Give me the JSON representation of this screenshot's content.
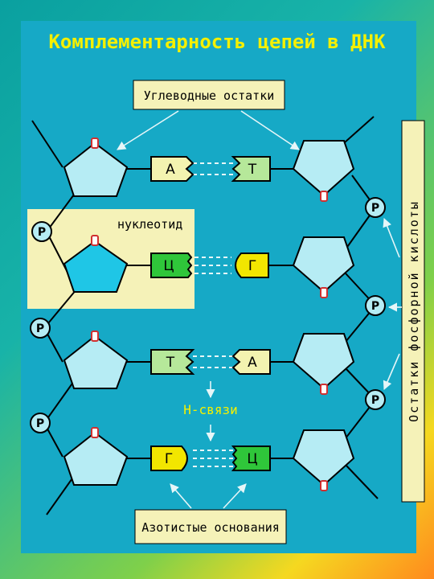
{
  "title": "Комплементарность цепей в ДНК",
  "labels": {
    "carbs": "Углеводные остатки",
    "nucleotide": "нуклеотид",
    "h_bonds": "Н-связи",
    "bases": "Азотистые основания",
    "phosphates": "Остатки фосфорной кислоты"
  },
  "phosphate_symbol": "Р",
  "pairs": [
    {
      "left": "А",
      "right": "Т"
    },
    {
      "left": "Ц",
      "right": "Г"
    },
    {
      "left": "Т",
      "right": "А"
    },
    {
      "left": "Г",
      "right": "Ц"
    }
  ],
  "colors": {
    "adenine": "#f3f3b0",
    "thymine": "#b6e89a",
    "cytosine": "#2fc63a",
    "guanine": "#f2e600",
    "sugar": "#b6ecf4",
    "title": "#f4f000"
  }
}
